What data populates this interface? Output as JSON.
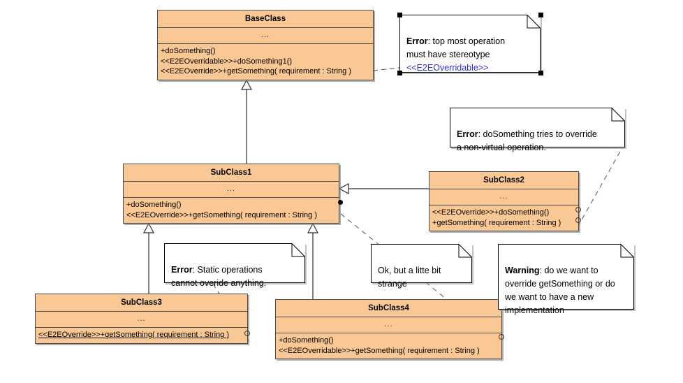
{
  "diagram": {
    "title": "UML class diagram with validation notes",
    "colors": {
      "class_fill": "#fac894",
      "class_border": "#4d4d4d",
      "note_fill": "#ffffff",
      "note_border": "#000000",
      "stereotype_link": "#2f2fcc",
      "canvas": "#ffffff"
    }
  },
  "classes": [
    {
      "id": "baseclass",
      "name": "BaseClass",
      "attributes": "...",
      "operations": [
        {
          "text": "+doSomething()",
          "static": false
        },
        {
          "text": "<<E2EOverridable>>+doSomething1()",
          "static": false
        },
        {
          "text": "<<E2EOverride>>+getSomething( requirement : String )",
          "static": false
        }
      ]
    },
    {
      "id": "subclass1",
      "name": "SubClass1",
      "attributes": "...",
      "operations": [
        {
          "text": "+doSomething()",
          "static": false
        },
        {
          "text": "<<E2EOverride>>+getSomething( requirement : String )",
          "static": false
        }
      ]
    },
    {
      "id": "subclass2",
      "name": "SubClass2",
      "attributes": "...",
      "operations": [
        {
          "text": "<<E2EOverride>>+doSomething()",
          "static": false
        },
        {
          "text": "+getSomething( requirement : String )",
          "static": false
        }
      ]
    },
    {
      "id": "subclass3",
      "name": "SubClass3",
      "attributes": "...",
      "operations": [
        {
          "text": "<<E2EOverride>>+getSomething( requirement : String )",
          "static": true
        }
      ]
    },
    {
      "id": "subclass4",
      "name": "SubClass4",
      "attributes": "...",
      "operations": [
        {
          "text": "+doSomething()",
          "static": false
        },
        {
          "text": "<<E2EOverridable>>+getSomething( requirement : String )",
          "static": false
        }
      ]
    }
  ],
  "notes": [
    {
      "id": "note-base-error",
      "severity": "Error",
      "text_before_stereotype": ": top most operation\nmust have stereotype\n",
      "stereotype": "<<E2EOverridable>>",
      "selected": true
    },
    {
      "id": "note-subclass2-error",
      "severity": "Error",
      "body": ": doSomething tries to override\na non-virtual operation.",
      "selected": false
    },
    {
      "id": "note-subclass3-error",
      "severity": "Error",
      "body": ": Static operations\ncannot overide anything.",
      "selected": false
    },
    {
      "id": "note-subclass4-ok",
      "severity": "",
      "body": "Ok, but a litte bit\nstrange",
      "selected": false
    },
    {
      "id": "note-subclass2-warning",
      "severity": "Warning",
      "body": ": do we want to\noverride getSomething or do\nwe want to have a new\nimplementation",
      "selected": false
    }
  ]
}
